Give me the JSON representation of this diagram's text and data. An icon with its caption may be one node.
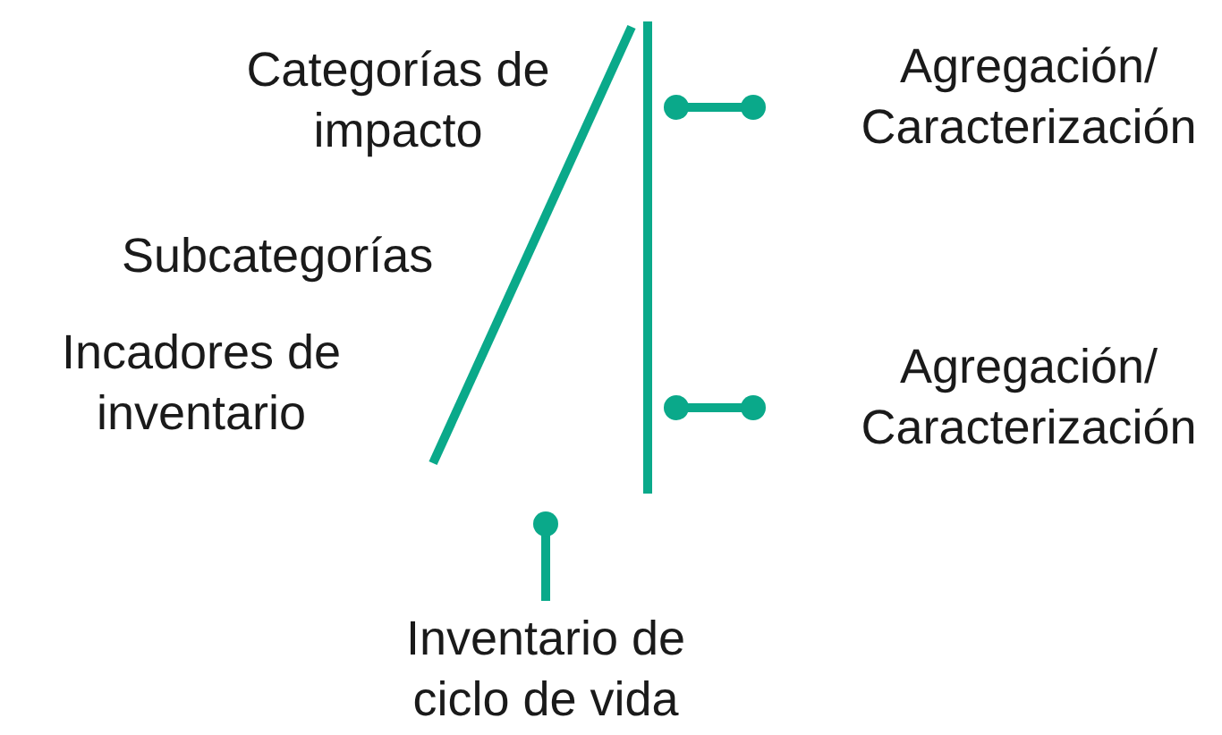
{
  "diagram": {
    "labels": [
      "Categorías de impacto",
      "Agregación/ Caracterización",
      "Subcategorías",
      "Incadores de inventario",
      "Agregación/ Caracterización",
      "Inventario de ciclo de vida"
    ]
  }
}
